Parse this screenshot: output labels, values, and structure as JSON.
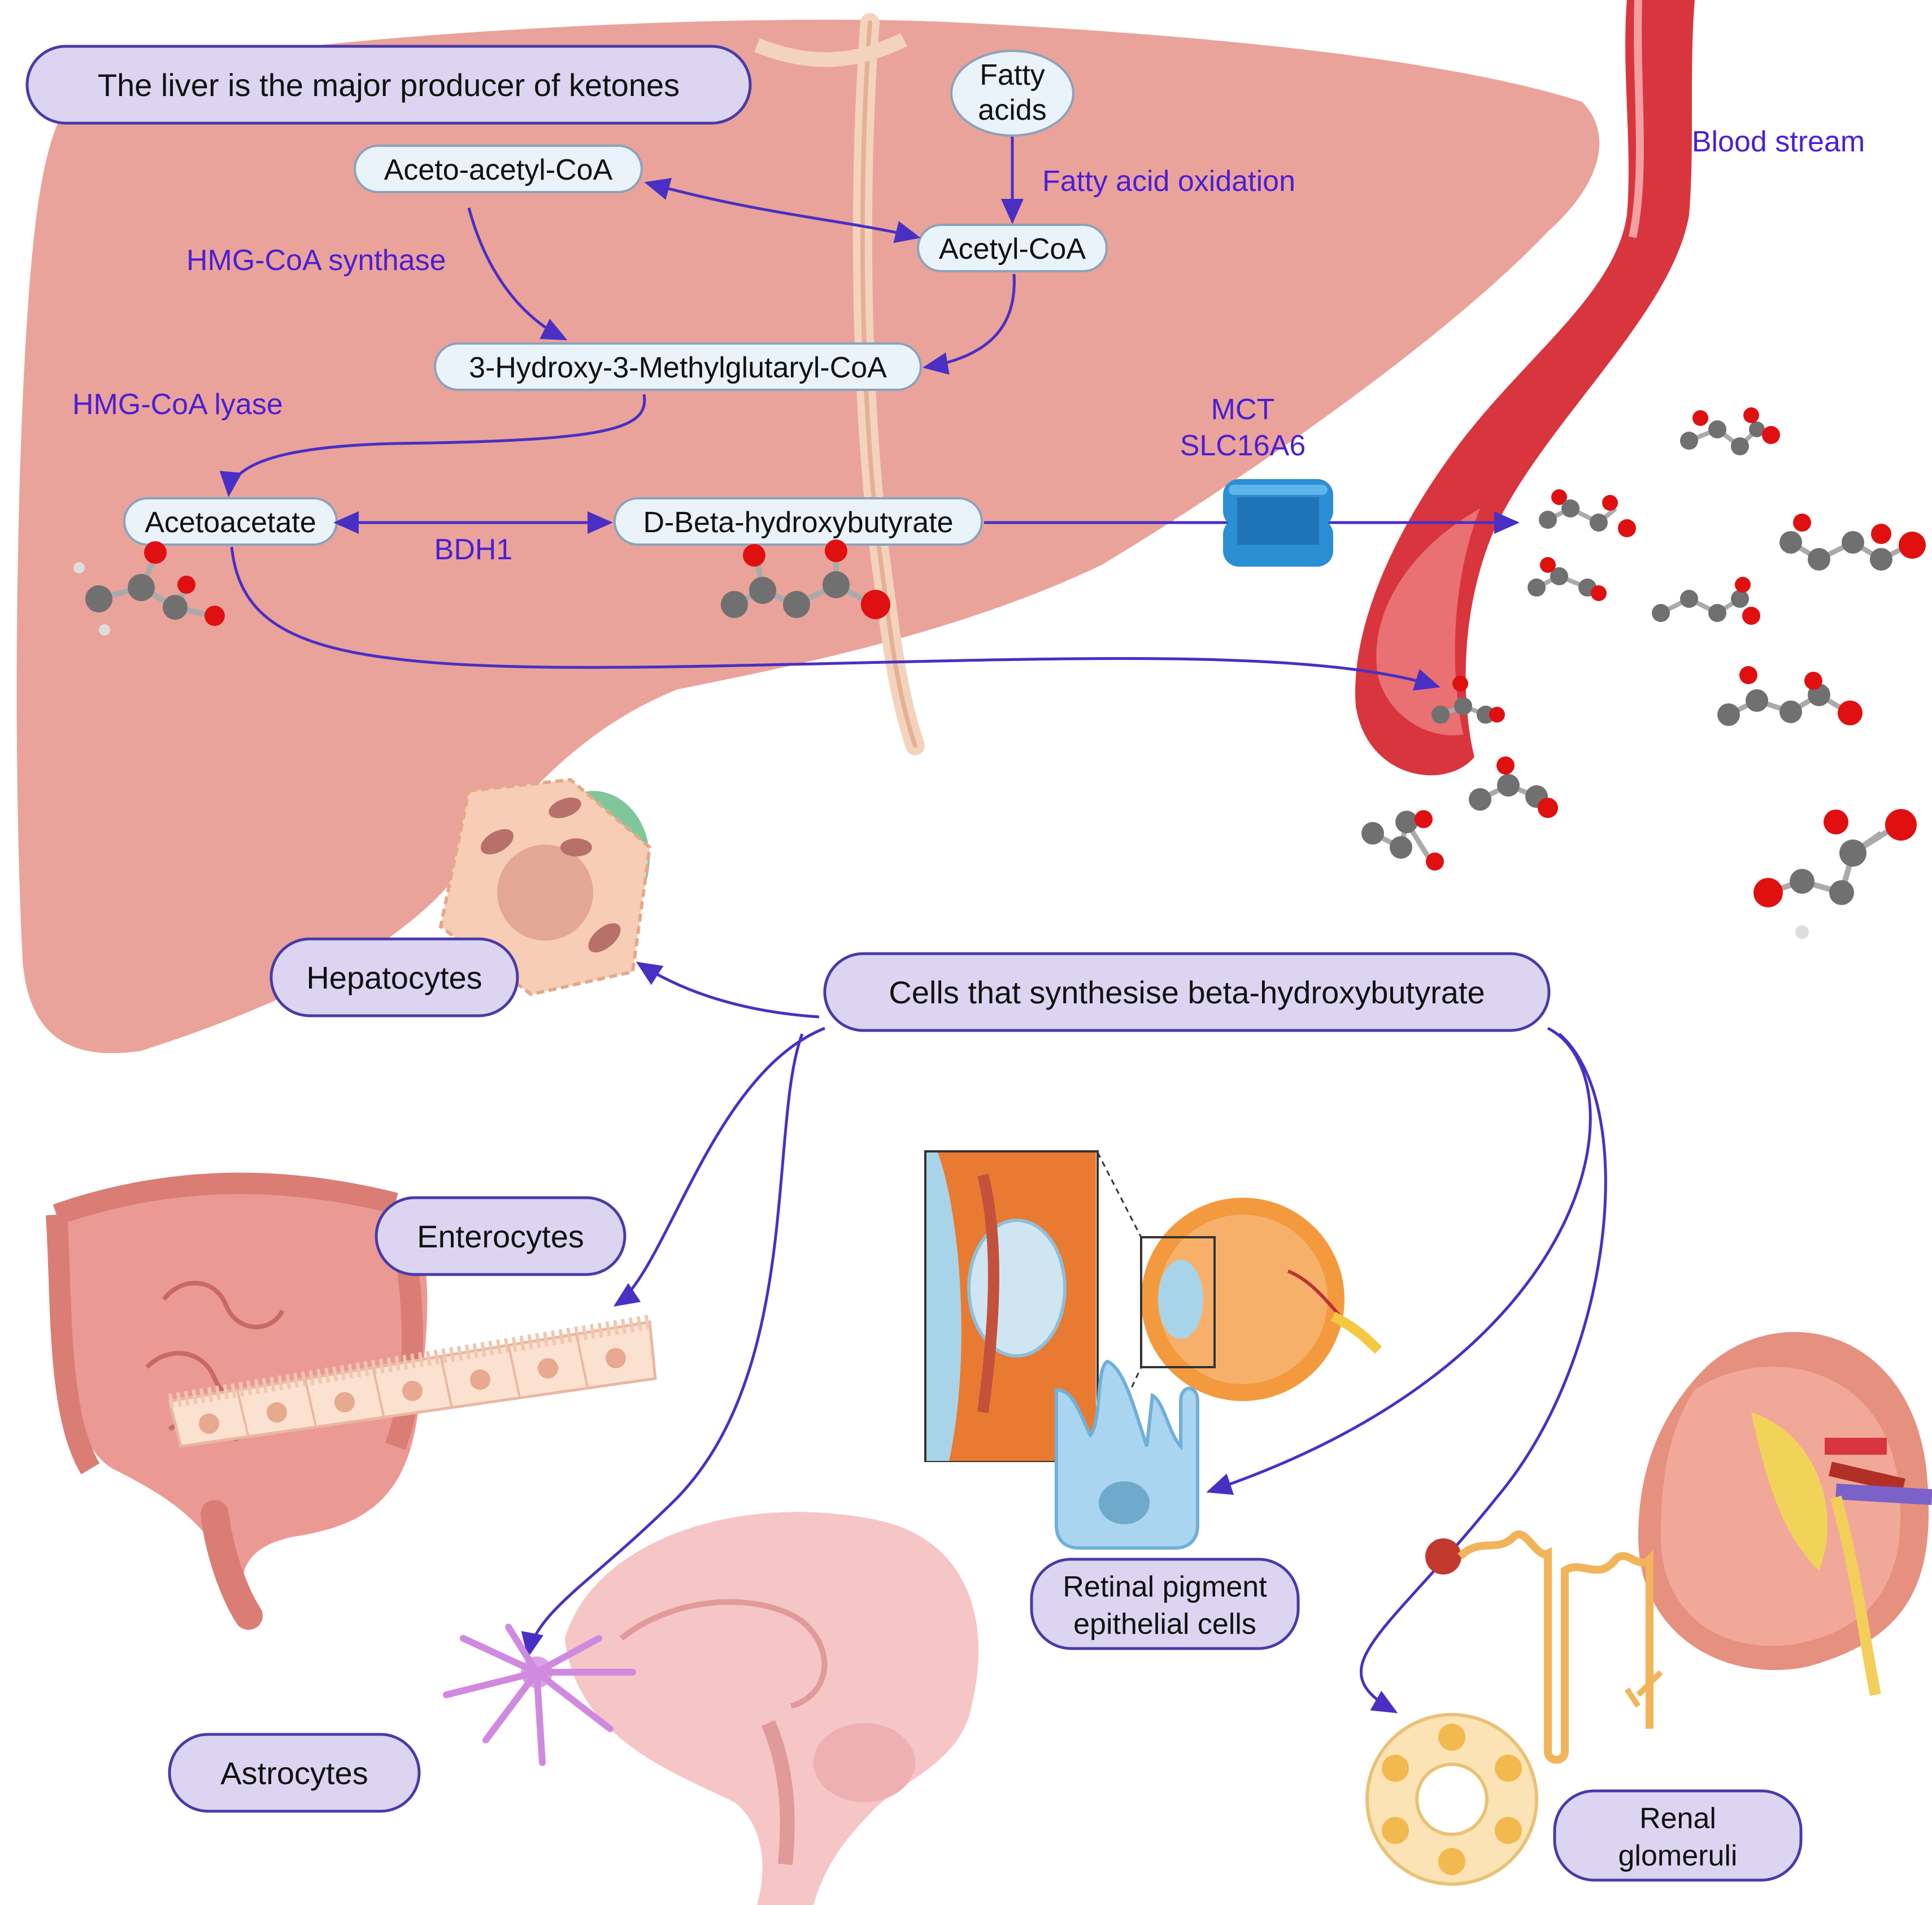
{
  "title": "The liver is the major producer of ketones",
  "blood_stream": "Blood stream",
  "molecules": {
    "fatty_acids_line1": "Fatty",
    "fatty_acids_line2": "acids",
    "acetoacetyl_coa": "Aceto-acetyl-CoA",
    "acetyl_coa": "Acetyl-CoA",
    "hmg_coa": "3-Hydroxy-3-Methylglutaryl-CoA",
    "acetoacetate": "Acetoacetate",
    "bhb": "D-Beta-hydroxybutyrate"
  },
  "enzymes": {
    "fatty_acid_oxidation": "Fatty acid oxidation",
    "hmg_coa_synthase": "HMG-CoA synthase",
    "hmg_coa_lyase": "HMG-CoA lyase",
    "bdh1": "BDH1",
    "mct_line1": "MCT",
    "mct_line2": "SLC16A6"
  },
  "cells": {
    "synthesise": "Cells that synthesise beta-hydroxybutyrate",
    "hepatocytes": "Hepatocytes",
    "enterocytes": "Enterocytes",
    "astrocytes": "Astrocytes",
    "rpe_line1": "Retinal pigment",
    "rpe_line2": "epithelial cells",
    "renal_line1": "Renal",
    "renal_line2": "glomeruli"
  },
  "colors": {
    "liver": "#eaa39a",
    "liver_dark": "#d98b82",
    "vessel": "#d9353e",
    "accent": "#4a2fc4",
    "label_fill": "#dcd5f2"
  }
}
